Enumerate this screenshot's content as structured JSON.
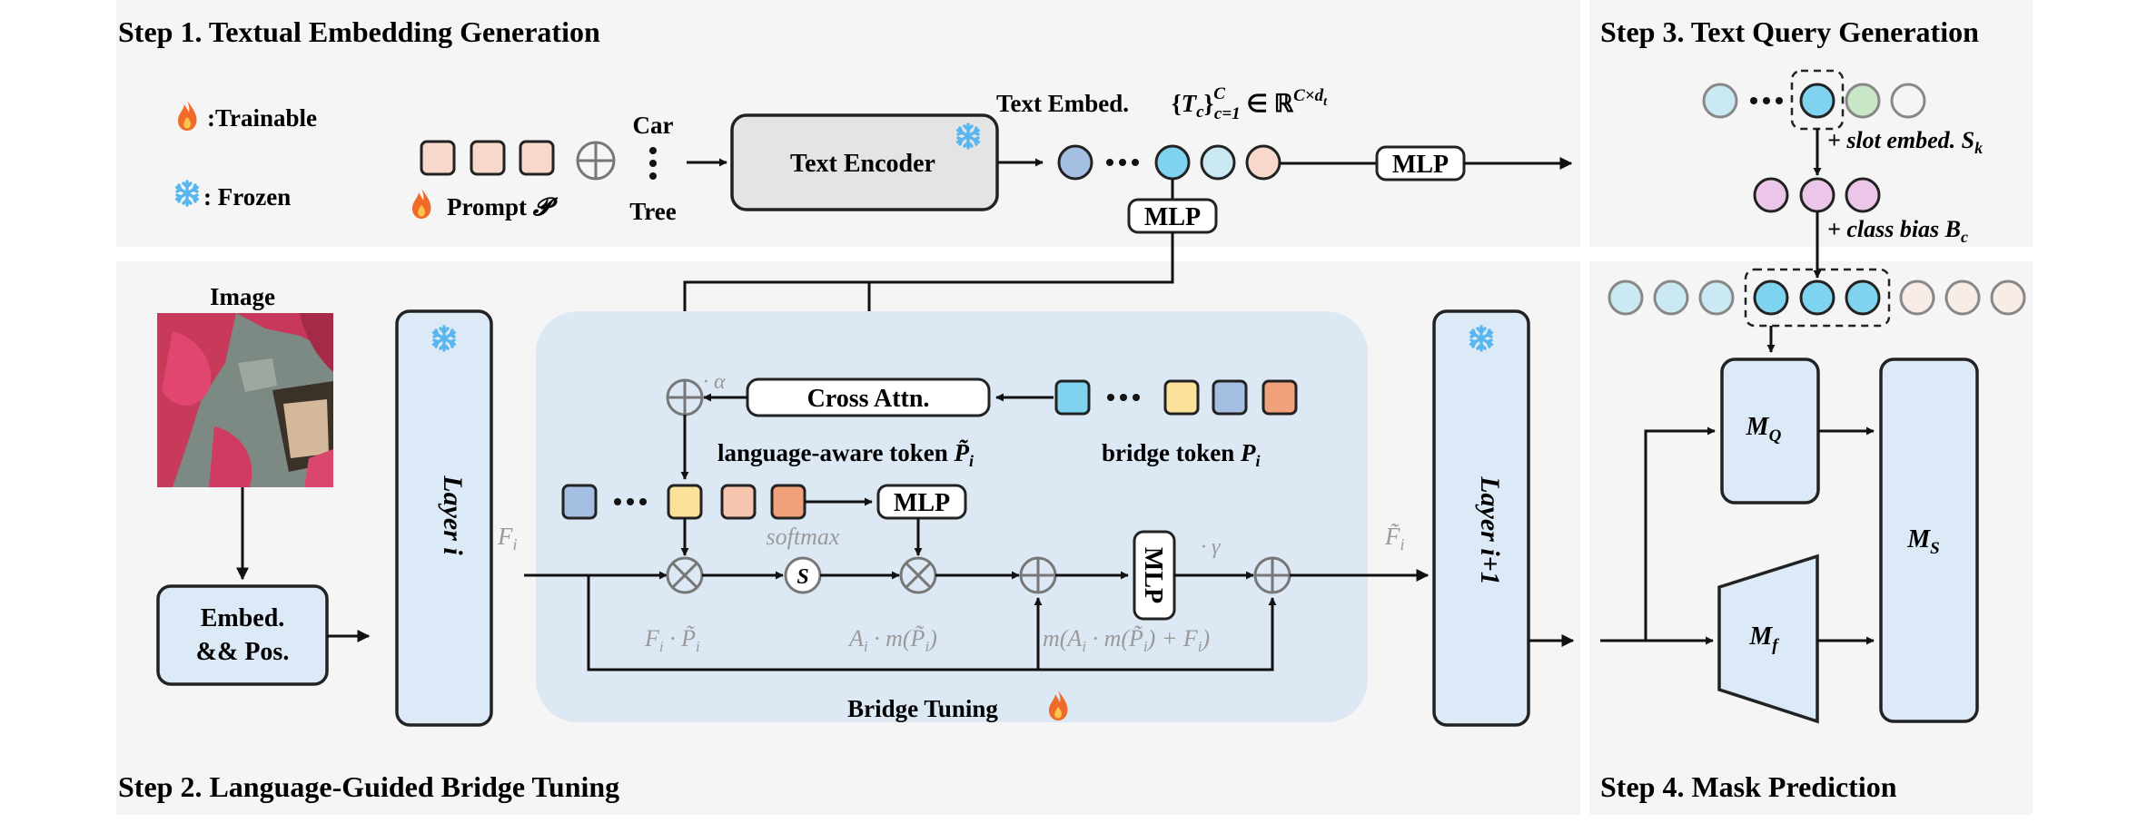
{
  "steps": {
    "step1": "Step 1. Textual Embedding Generation",
    "step2": "Step 2. Language-Guided Bridge Tuning",
    "step3": "Step 3. Text Query Generation",
    "step4": "Step 4. Mask Prediction"
  },
  "legend": {
    "trainable": ":Trainable",
    "frozen": ": Frozen"
  },
  "step1": {
    "prompt_label": "Prompt",
    "prompt_symbol": "𝓟",
    "class_top": "Car",
    "class_bottom": "Tree",
    "text_encoder": "Text Encoder",
    "text_embed_label": "Text Embed.",
    "text_embed_formula": "{Tc}Cc=1 ∈ ℝC×dt",
    "mlp": "MLP",
    "mlp_down": "MLP"
  },
  "step2": {
    "image_label": "Image",
    "embed_line1": "Embed.",
    "embed_line2": "&& Pos.",
    "layer_i": "Layer i",
    "layer_i1": "Layer i+1",
    "f_i": "Fi",
    "f_i_tilde": "F̃i",
    "cross_attn": "Cross Attn.",
    "alpha": "· α",
    "gamma": "· γ",
    "language_aware_token": "language-aware token P̃i",
    "bridge_token": "bridge token Pi",
    "mlp_small": "MLP",
    "mlp_vertical": "MLP",
    "softmax": "softmax",
    "s_symbol": "S",
    "fi_pi": "Fi · P̃i",
    "ai_mpi": "Ai · m(P̃i)",
    "m_expr": "m(Ai · m(P̃i) + Fi)",
    "bridge_tuning": "Bridge Tuning"
  },
  "step3": {
    "slot_embed": "+ slot embed. Sk",
    "class_bias": "+ class bias Bc"
  },
  "step4": {
    "m_q": "MQ",
    "m_f": "Mf",
    "m_s": "MS"
  },
  "colors": {
    "panel_bg": "#f5f5f5",
    "bridge_bg": "#dde8f5",
    "module_fill": "#dce9f7",
    "prompt_fill": "#f7d8cb",
    "cyan": "#7fd3ee",
    "light_cyan": "#cbe9f3",
    "blue": "#a5bfe3",
    "yellow": "#fbe199",
    "orange": "#f0a17c",
    "peach": "#f7d8cb",
    "green": "#c9e7c6",
    "pink": "#ecc6e8",
    "flame": "#ef6a2b",
    "snow": "#5ab6ee"
  }
}
